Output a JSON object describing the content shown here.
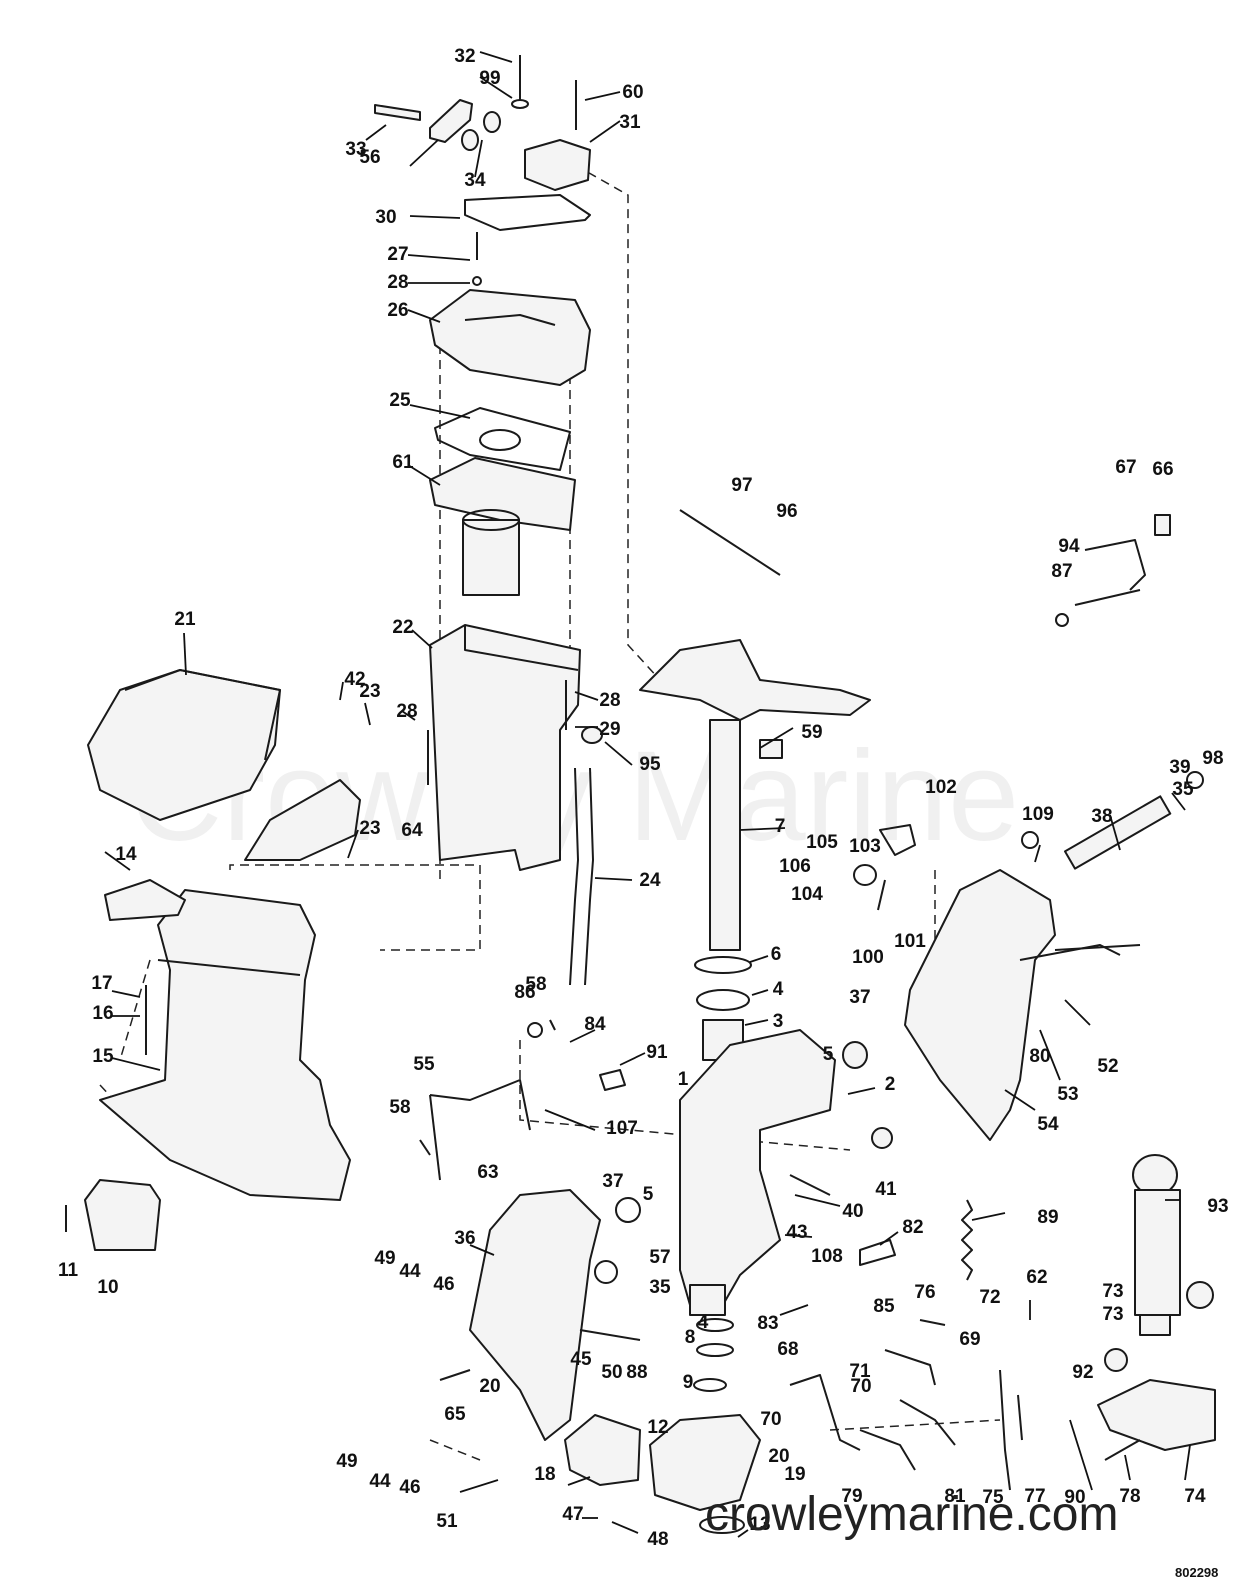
{
  "watermark": "Crowley Marine",
  "site_mark": "crowleymarine.com",
  "figure_number": "802298",
  "callouts": [
    "1",
    "2",
    "3",
    "4",
    "4",
    "5",
    "5",
    "6",
    "7",
    "8",
    "9",
    "10",
    "11",
    "12",
    "13",
    "14",
    "15",
    "16",
    "17",
    "18",
    "19",
    "20",
    "20",
    "21",
    "22",
    "23",
    "23",
    "24",
    "25",
    "26",
    "27",
    "28",
    "28",
    "28",
    "29",
    "30",
    "31",
    "32",
    "33",
    "34",
    "35",
    "35",
    "36",
    "37",
    "37",
    "38",
    "39",
    "40",
    "41",
    "42",
    "43",
    "44",
    "44",
    "45",
    "46",
    "46",
    "47",
    "48",
    "49",
    "49",
    "50",
    "51",
    "52",
    "53",
    "54",
    "55",
    "56",
    "57",
    "58",
    "58",
    "59",
    "60",
    "61",
    "62",
    "63",
    "64",
    "65",
    "66",
    "67",
    "68",
    "69",
    "70",
    "70",
    "71",
    "72",
    "73",
    "73",
    "74",
    "75",
    "76",
    "77",
    "78",
    "79",
    "80",
    "81",
    "82",
    "83",
    "84",
    "85",
    "86",
    "87",
    "88",
    "89",
    "90",
    "91",
    "92",
    "93",
    "94",
    "95",
    "96",
    "97",
    "98",
    "99",
    "100",
    "101",
    "102",
    "103",
    "104",
    "105",
    "106",
    "107",
    "108",
    "109"
  ]
}
